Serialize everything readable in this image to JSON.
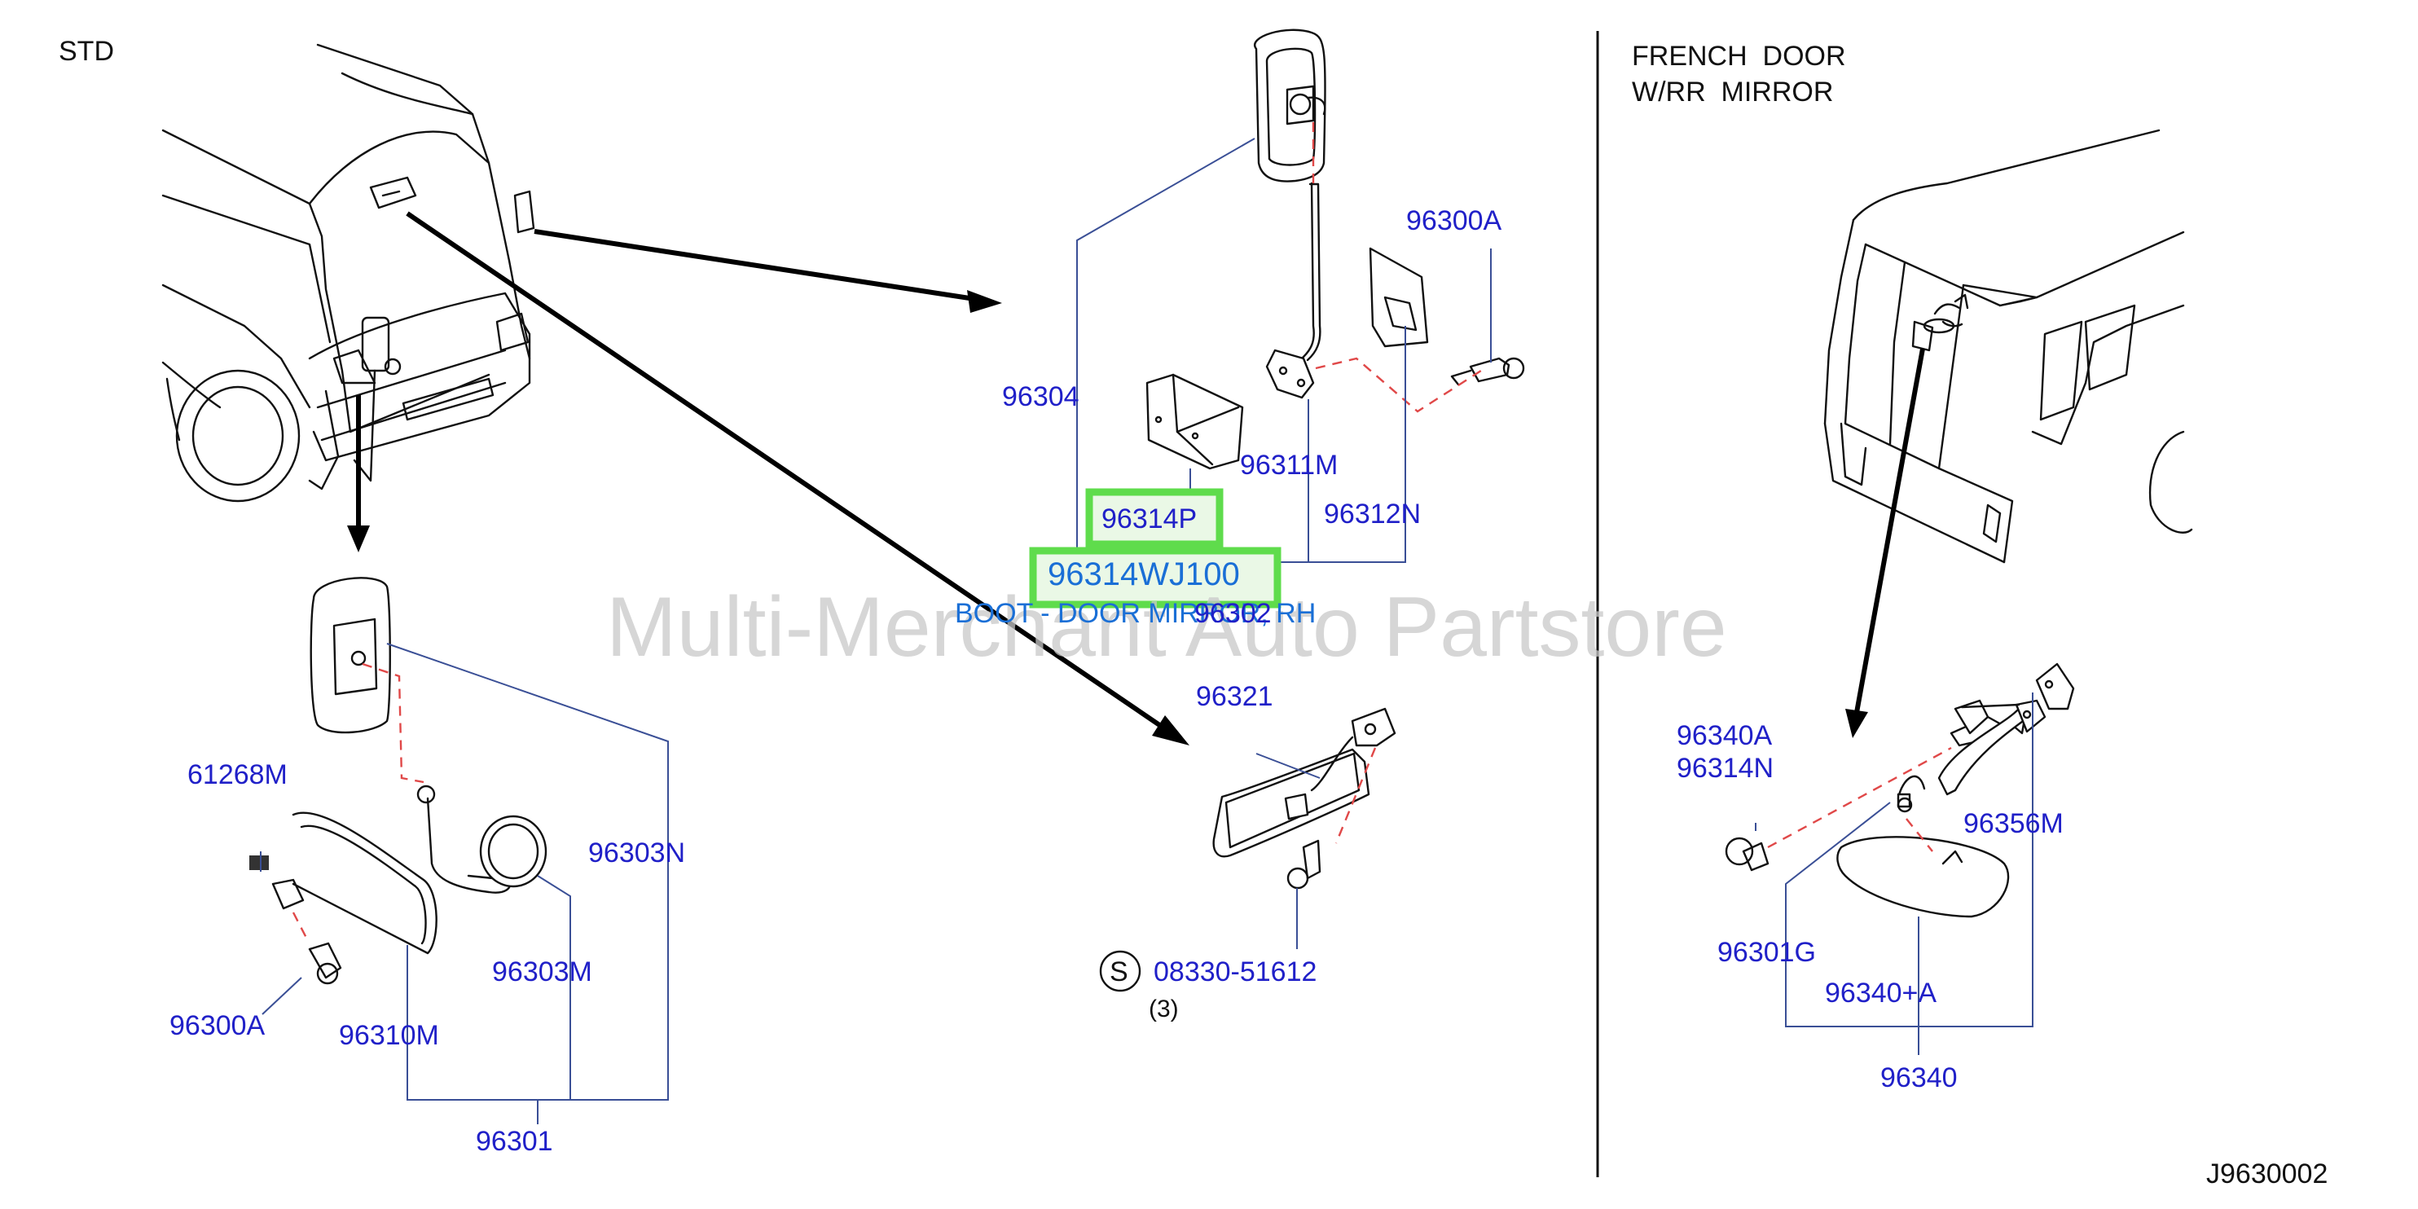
{
  "colors": {
    "part_number": "#2020c8",
    "leader_line": "#3a4f96",
    "dashed_line": "#e04848",
    "highlight_box": "#5fdc4c",
    "highlight_text": "#1a6fd6"
  },
  "section_labels": {
    "std": "STD",
    "french_door_1": "FRENCH  DOOR",
    "french_door_2": "W/RR  MIRROR"
  },
  "drawing_code": "J9630002",
  "watermark": "Multi-Merchant Auto Partstore",
  "part_numbers": {
    "p96304": "96304",
    "p96300A_top": "96300A",
    "p96311M": "96311M",
    "p96312N": "96312N",
    "p96314P": "96314P",
    "p96314WJ100": "96314WJ100",
    "tooltip": "BOOT - DOOR MIRROR, RH",
    "p96302": "96302",
    "p96321": "96321",
    "screw_symbol": "S",
    "p08330": "08330-51612",
    "qty3": "(3)",
    "p61268M": "61268M",
    "p96303N": "96303N",
    "p96303M": "96303M",
    "p96300A_bottom": "96300A",
    "p96310M": "96310M",
    "p96301": "96301",
    "p96340A": "96340A",
    "p96314N": "96314N",
    "p96356M": "96356M",
    "p96301G": "96301G",
    "p96340plusA": "96340+A",
    "p96340": "96340"
  }
}
